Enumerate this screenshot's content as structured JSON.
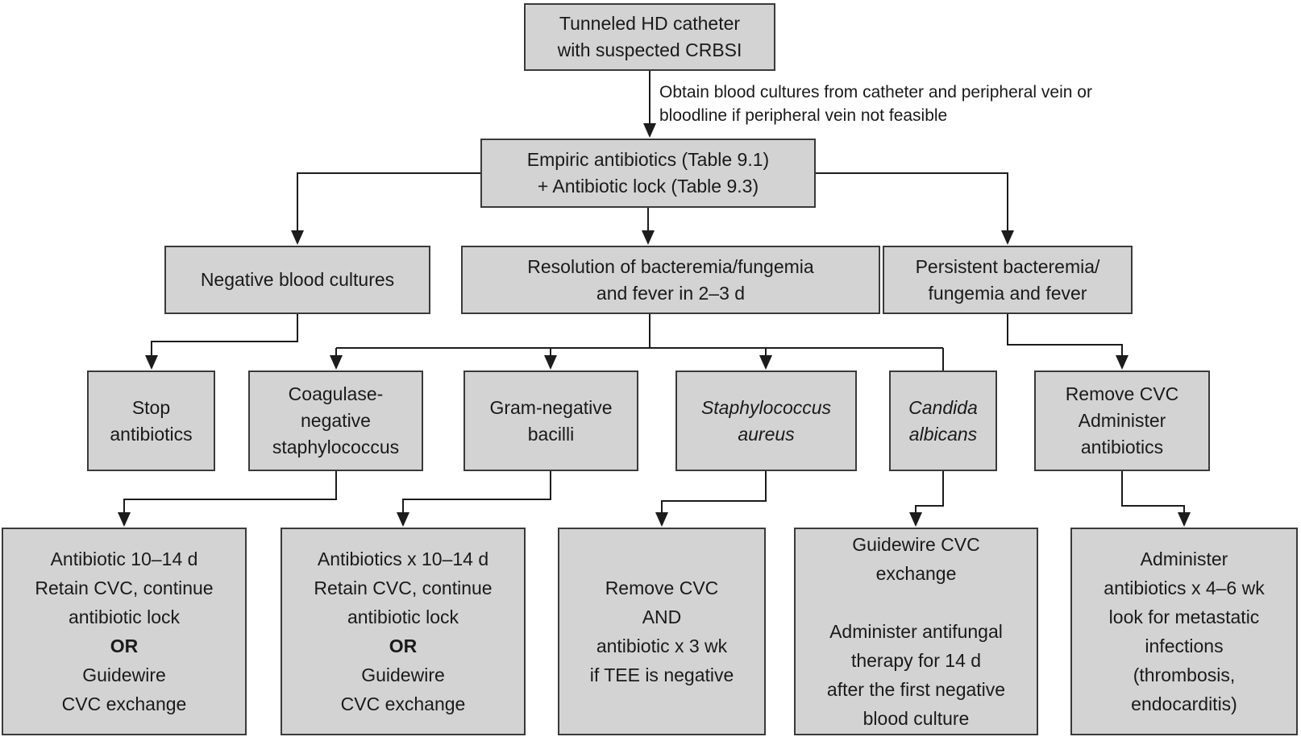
{
  "diagram": {
    "type": "flowchart",
    "annotation": [
      "Obtain blood cultures from catheter and peripheral vein or",
      "bloodline if peripheral vein not feasible"
    ],
    "colors": {
      "box_fill": "#d3d3d3",
      "box_border": "#3a3a3a",
      "line": "#1c1c1c",
      "text": "#1a1a1a",
      "background": "#ffffff"
    },
    "nodes": {
      "start": {
        "lines": [
          "Tunneled HD catheter",
          "with suspected CRBSI"
        ]
      },
      "empiric": {
        "lines": [
          "Empiric antibiotics (Table 9.1)",
          "+ Antibiotic lock (Table 9.3)"
        ]
      },
      "neg": {
        "lines": [
          "Negative blood cultures"
        ]
      },
      "res": {
        "lines": [
          "Resolution of bacteremia/fungemia",
          "and fever in 2–3 d"
        ]
      },
      "pers": {
        "lines": [
          "Persistent bacteremia/",
          "fungemia and fever"
        ]
      },
      "stop": {
        "lines": [
          "Stop",
          "antibiotics"
        ]
      },
      "coag": {
        "lines": [
          "Coagulase-",
          "negative",
          "staphylococcus"
        ]
      },
      "gram": {
        "lines": [
          "Gram-negative",
          "bacilli"
        ]
      },
      "staph": {
        "lines": [
          "Staphylococcus",
          "aureus"
        ],
        "style": "italic"
      },
      "cand": {
        "lines": [
          "Candida",
          "albicans"
        ],
        "style": "italic"
      },
      "remove": {
        "lines": [
          "Remove CVC",
          "Administer",
          "antibiotics"
        ]
      },
      "d1": {
        "lines": [
          "Antibiotic 10–14 d",
          "Retain CVC, continue",
          "antibiotic lock",
          "OR",
          "Guidewire",
          "CVC exchange"
        ]
      },
      "d2": {
        "lines": [
          "Antibiotics x 10–14 d",
          "Retain CVC, continue",
          "antibiotic lock",
          "OR",
          "Guidewire",
          "CVC exchange"
        ]
      },
      "d3": {
        "lines": [
          "Remove CVC",
          "AND",
          "antibiotic x 3 wk",
          "if TEE is negative"
        ]
      },
      "d4": {
        "lines": [
          "Guidewire CVC",
          "exchange",
          "",
          "Administer antifungal",
          "therapy for 14 d",
          "after the first negative",
          "blood culture"
        ]
      },
      "d5": {
        "lines": [
          "Administer",
          "antibiotics x 4–6 wk",
          "look for metastatic",
          "infections",
          "(thrombosis,",
          "endocarditis)"
        ]
      }
    }
  }
}
